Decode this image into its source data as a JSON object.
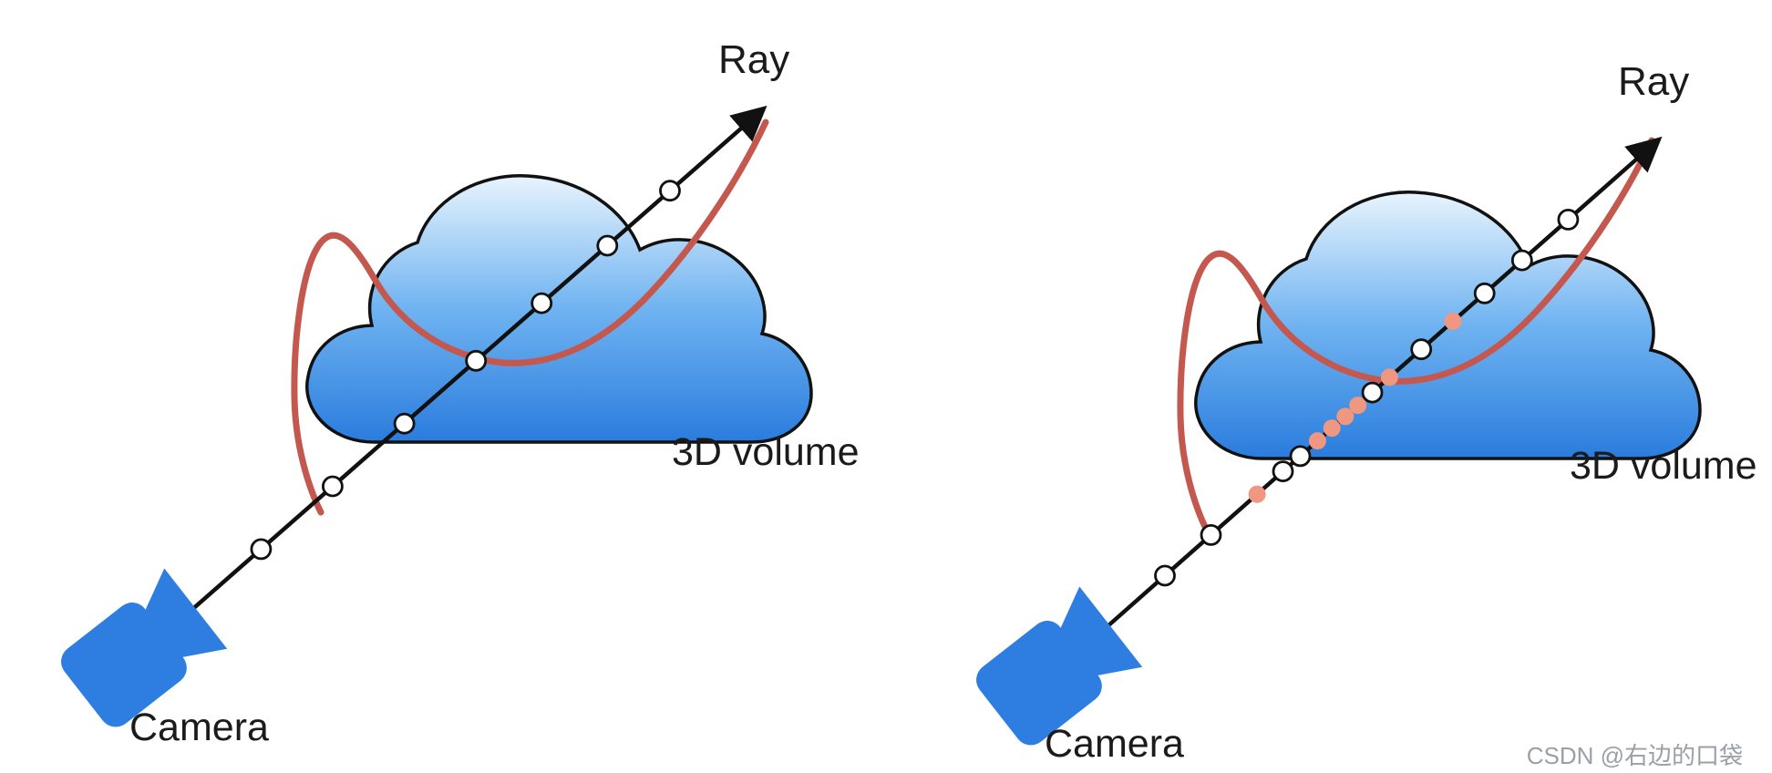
{
  "watermark": {
    "text": "CSDN @右边的口袋"
  },
  "colors": {
    "camera_blue": "#2e7de1",
    "cloud_top": "#e8f4fd",
    "cloud_mid": "#6fb3f1",
    "cloud_bottom": "#2a7cdd",
    "outline": "#111111",
    "ray_black": "#111111",
    "curve_red": "#c4584e",
    "dot_white": "#ffffff",
    "dot_salmon": "#ef9780",
    "label_color": "#1b1b1b"
  },
  "panels": [
    {
      "id": "left",
      "ray_label": "Ray",
      "volume_label": "3D volume",
      "camera_label": "Camera",
      "samples": [
        {
          "t": 0.17,
          "color": "white"
        },
        {
          "t": 0.29,
          "color": "white"
        },
        {
          "t": 0.41,
          "color": "white"
        },
        {
          "t": 0.53,
          "color": "white"
        },
        {
          "t": 0.64,
          "color": "white"
        },
        {
          "t": 0.75,
          "color": "white"
        },
        {
          "t": 0.855,
          "color": "white"
        }
      ]
    },
    {
      "id": "right",
      "ray_label": "Ray",
      "volume_label": "3D volume",
      "camera_label": "Camera",
      "samples": [
        {
          "t": 0.155,
          "color": "white"
        },
        {
          "t": 0.235,
          "color": "white"
        },
        {
          "t": 0.315,
          "color": "salmon"
        },
        {
          "t": 0.36,
          "color": "white"
        },
        {
          "t": 0.39,
          "color": "white"
        },
        {
          "t": 0.42,
          "color": "salmon"
        },
        {
          "t": 0.445,
          "color": "salmon"
        },
        {
          "t": 0.468,
          "color": "salmon"
        },
        {
          "t": 0.49,
          "color": "salmon"
        },
        {
          "t": 0.515,
          "color": "white"
        },
        {
          "t": 0.545,
          "color": "salmon"
        },
        {
          "t": 0.6,
          "color": "white"
        },
        {
          "t": 0.655,
          "color": "salmon"
        },
        {
          "t": 0.71,
          "color": "white"
        },
        {
          "t": 0.775,
          "color": "white"
        },
        {
          "t": 0.855,
          "color": "white"
        }
      ]
    }
  ]
}
